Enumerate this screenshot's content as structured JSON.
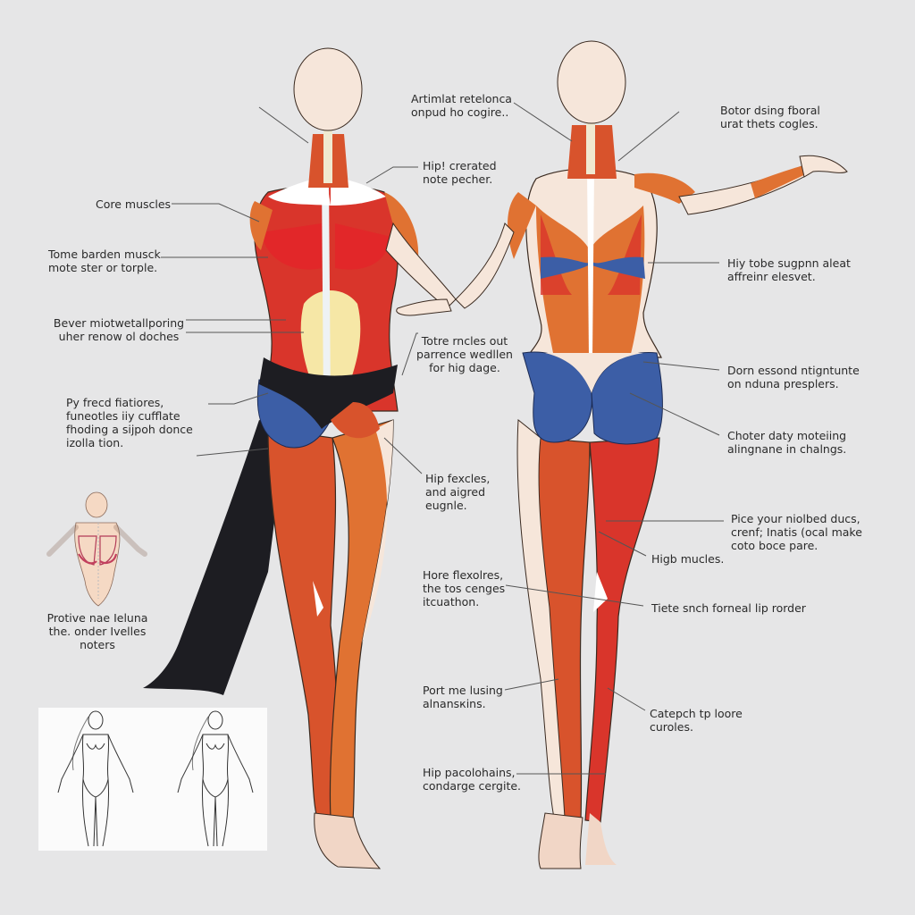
{
  "diagram": {
    "type": "anatomical-illustration",
    "subject": "posterior view of female muscular anatomy, two figures",
    "colors": {
      "background": "#e6e6e7",
      "muscle_red": "#d9352b",
      "muscle_orange": "#e0732f",
      "skin_light": "#f6e6da",
      "shorts_blue": "#3c5ea6",
      "cloth_black": "#1d1d22",
      "lumbar_yellow": "#f6e7a6",
      "leader_line": "#555555"
    }
  },
  "labels": {
    "left_figure": [
      {
        "id": "core-muscles",
        "text": "Core muscles"
      },
      {
        "id": "tome-barden",
        "text": "Tome barden musck\nmote ster or torple."
      },
      {
        "id": "bever",
        "text": "Bever miotwetallporing\nuher renow ol doches"
      },
      {
        "id": "py-freed",
        "text": "Py frecd fiatiores,\nfuneotles iiy cufflate\nfhoding a sijpoh donce\nizolla tion."
      }
    ],
    "center": [
      {
        "id": "artimlat",
        "text": "Artimlat retelonca\nonpud ho cogire.."
      },
      {
        "id": "hip-crerated",
        "text": "Hip! crerated\nnote pecher."
      },
      {
        "id": "totre-rncles",
        "text": "Totre rncles out\nparrence wedllen\nfor hig dage."
      },
      {
        "id": "hip-fexcles",
        "text": "Hip fexcles,\nand aigred\neugnle."
      },
      {
        "id": "hore-flexolres",
        "text": "Hore flexolres,\nthe tos cenges\nitcuathon."
      },
      {
        "id": "port-me-lusing",
        "text": "Port me lusing\nalnansкins."
      },
      {
        "id": "hip-pacolohains",
        "text": "Hip pacolohains,\ncondarge cergite."
      }
    ],
    "right_figure": [
      {
        "id": "botor",
        "text": "Botor dsing fboral\nurat thets cogles."
      },
      {
        "id": "hiy-tobe",
        "text": "Hiy tobe sugpnn aleat\naffreinr elesvet."
      },
      {
        "id": "dorn-essond",
        "text": "Dorn essond ntigntunte\non nduna presplers."
      },
      {
        "id": "choter",
        "text": "Choter daty moteiing\nalingnane in chalngs."
      },
      {
        "id": "pice-your",
        "text": "Pice your niolbed ducs,\ncrenf; Inatis (ocal make\ncoto boce pare."
      },
      {
        "id": "higb-mucles",
        "text": "Higb mucles."
      },
      {
        "id": "tiete-snch",
        "text": "Tiete snch forneal lip rorder"
      },
      {
        "id": "catepch",
        "text": "Catepch tp loore\ncuroles."
      }
    ],
    "inset_torso_caption": "Protive nae Ieluna\nthe. onder Ivelles\nnoters"
  },
  "insets": {
    "torso": {
      "description": "small front-view torso with ribcage and spine"
    },
    "outline_figures": {
      "count": 2,
      "description": "line-drawing female figures, front view, long hair"
    }
  }
}
